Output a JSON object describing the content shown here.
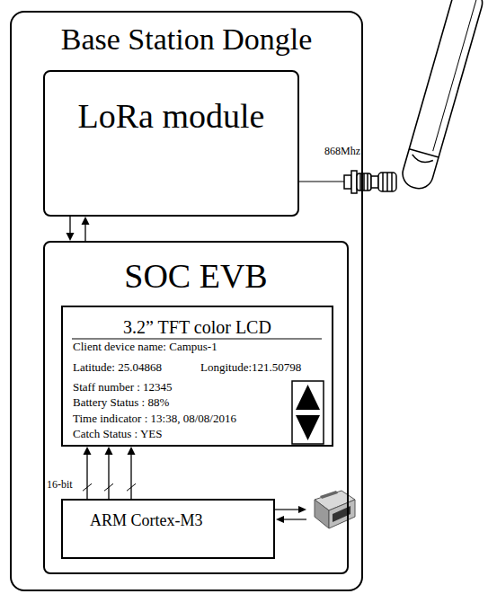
{
  "diagram": {
    "nodes": [
      {
        "text": [
          "Base Station Dongle"
        ]
      },
      {
        "text": [
          "LoRa module"
        ],
        "in": 0
      },
      {
        "text": [
          "SOC EVB"
        ],
        "in": 0
      },
      {
        "text": [
          "3.2” TFT color LCD",
          "Client device name: Campus-1",
          "Latitude: 25.04868",
          "Longitude:121.50798",
          "Staff number : 12345",
          "Battery Status : 88%",
          "Time indicator : 13:38, 08/08/2016",
          "Catch Status : YES"
        ],
        "in": 2
      },
      {
        "text": [
          "ARM Cortex-M3"
        ],
        "in": 2
      }
    ],
    "edges": [
      {
        "from": 1,
        "to": 2,
        "arrow": "to"
      },
      {
        "from": 2,
        "to": 1,
        "arrow": "to"
      },
      {
        "from": 4,
        "to": 3,
        "arrow": "to",
        "label": "16-bit"
      },
      {
        "from": 4,
        "to": 3,
        "arrow": "to"
      },
      {
        "from": 4,
        "to": 3,
        "arrow": "to"
      }
    ],
    "labels": [
      "868Mhz"
    ]
  }
}
